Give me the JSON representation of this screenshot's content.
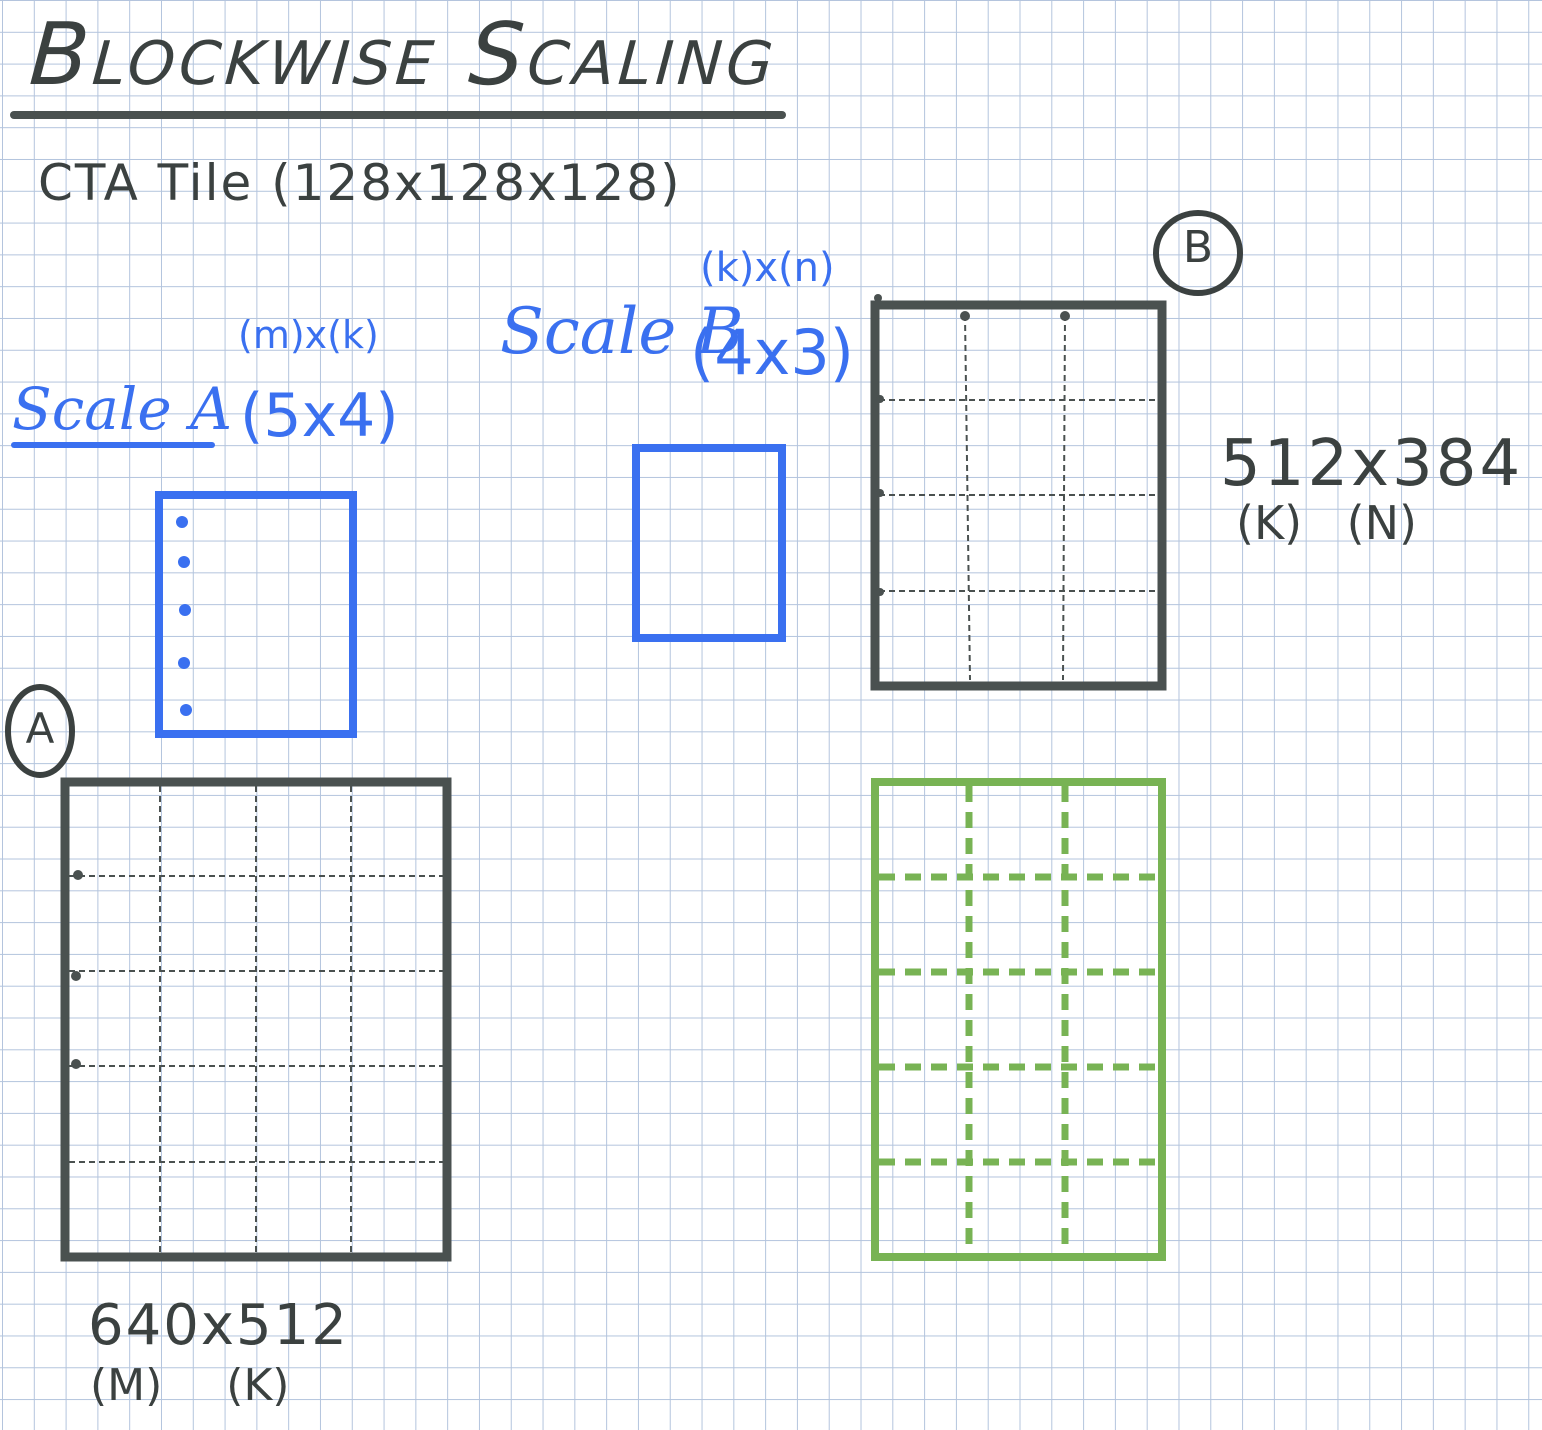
{
  "title": "Blockwise Scaling",
  "subtitle": "CTA Tile (128x128x128)",
  "scale_a": {
    "name": "Scale A",
    "axes": "(m)x(k)",
    "dims": "(5x4)"
  },
  "scale_b": {
    "name": "Scale B",
    "axes": "(k)x(n)",
    "dims": "(4x3)"
  },
  "matrix_a": {
    "label": "A",
    "size": "640x512",
    "axes": "(M) (K)",
    "rows": 5,
    "cols": 4
  },
  "matrix_b": {
    "label": "B",
    "size": "512x384",
    "axes": "(K) (N)",
    "rows": 4,
    "cols": 3
  },
  "matrix_c": {
    "rows": 5,
    "cols": 3
  },
  "colors": {
    "dark": "#4a5150",
    "blue": "#3a70f0",
    "green": "#78b354",
    "grid": "#b3c4dd"
  }
}
